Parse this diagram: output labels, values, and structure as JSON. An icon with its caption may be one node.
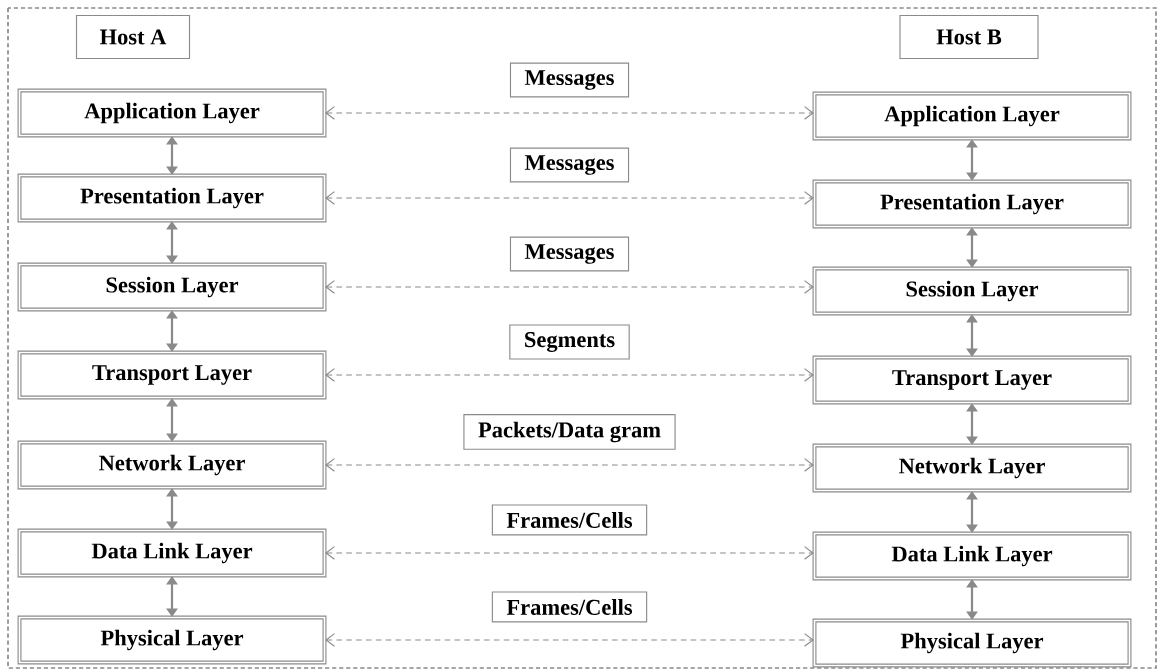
{
  "diagram": {
    "nodes": [
      {
        "text": [
          "Host A"
        ]
      },
      {
        "text": [
          "Host B"
        ]
      },
      {
        "text": [
          "Application Layer"
        ]
      },
      {
        "text": [
          "Presentation Layer"
        ]
      },
      {
        "text": [
          "Session Layer"
        ]
      },
      {
        "text": [
          "Transport Layer"
        ]
      },
      {
        "text": [
          "Network Layer"
        ]
      },
      {
        "text": [
          "Data Link Layer"
        ]
      },
      {
        "text": [
          "Physical Layer"
        ]
      },
      {
        "text": [
          "Application Layer"
        ]
      },
      {
        "text": [
          "Presentation Layer"
        ]
      },
      {
        "text": [
          "Session Layer"
        ]
      },
      {
        "text": [
          "Transport Layer"
        ]
      },
      {
        "text": [
          "Network Layer"
        ]
      },
      {
        "text": [
          "Data Link Layer"
        ]
      },
      {
        "text": [
          "Physical Layer"
        ]
      }
    ],
    "edges": [
      {
        "from": 2,
        "to": 3,
        "arrow": "both"
      },
      {
        "from": 3,
        "to": 4,
        "arrow": "both"
      },
      {
        "from": 4,
        "to": 5,
        "arrow": "both"
      },
      {
        "from": 5,
        "to": 6,
        "arrow": "both"
      },
      {
        "from": 6,
        "to": 7,
        "arrow": "both"
      },
      {
        "from": 7,
        "to": 8,
        "arrow": "both"
      },
      {
        "from": 9,
        "to": 10,
        "arrow": "both"
      },
      {
        "from": 10,
        "to": 11,
        "arrow": "both"
      },
      {
        "from": 11,
        "to": 12,
        "arrow": "both"
      },
      {
        "from": 12,
        "to": 13,
        "arrow": "both"
      },
      {
        "from": 13,
        "to": 14,
        "arrow": "both"
      },
      {
        "from": 14,
        "to": 15,
        "arrow": "both"
      },
      {
        "from": 2,
        "to": 9,
        "arrow": "both",
        "style": "dashed",
        "label": "Messages"
      },
      {
        "from": 3,
        "to": 10,
        "arrow": "both",
        "style": "dashed",
        "label": "Messages"
      },
      {
        "from": 4,
        "to": 11,
        "arrow": "both",
        "style": "dashed",
        "label": "Messages"
      },
      {
        "from": 5,
        "to": 12,
        "arrow": "both",
        "style": "dashed",
        "label": "Segments"
      },
      {
        "from": 6,
        "to": 13,
        "arrow": "both",
        "style": "dashed",
        "label": "Packets/Data gram"
      },
      {
        "from": 7,
        "to": 14,
        "arrow": "both",
        "style": "dashed",
        "label": "Frames/Cells"
      },
      {
        "from": 8,
        "to": 15,
        "arrow": "both",
        "style": "dashed",
        "label": "Frames/Cells"
      }
    ]
  }
}
